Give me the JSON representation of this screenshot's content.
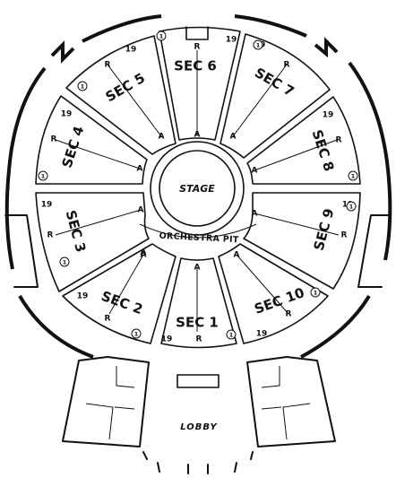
{
  "stage_label": "STAGE",
  "pit_label": "ORCHESTRA PIT",
  "lobby_label": "LOBBY",
  "row_first": "1",
  "row_last": "19",
  "row_mid": "R",
  "aisle_mark": "A",
  "sections": [
    {
      "label": "SEC 1"
    },
    {
      "label": "SEC 2"
    },
    {
      "label": "SEC 3"
    },
    {
      "label": "SEC 4"
    },
    {
      "label": "SEC 5"
    },
    {
      "label": "SEC 6"
    },
    {
      "label": "SEC 7"
    },
    {
      "label": "SEC 8"
    },
    {
      "label": "SEC 9"
    },
    {
      "label": "SEC 10"
    }
  ]
}
